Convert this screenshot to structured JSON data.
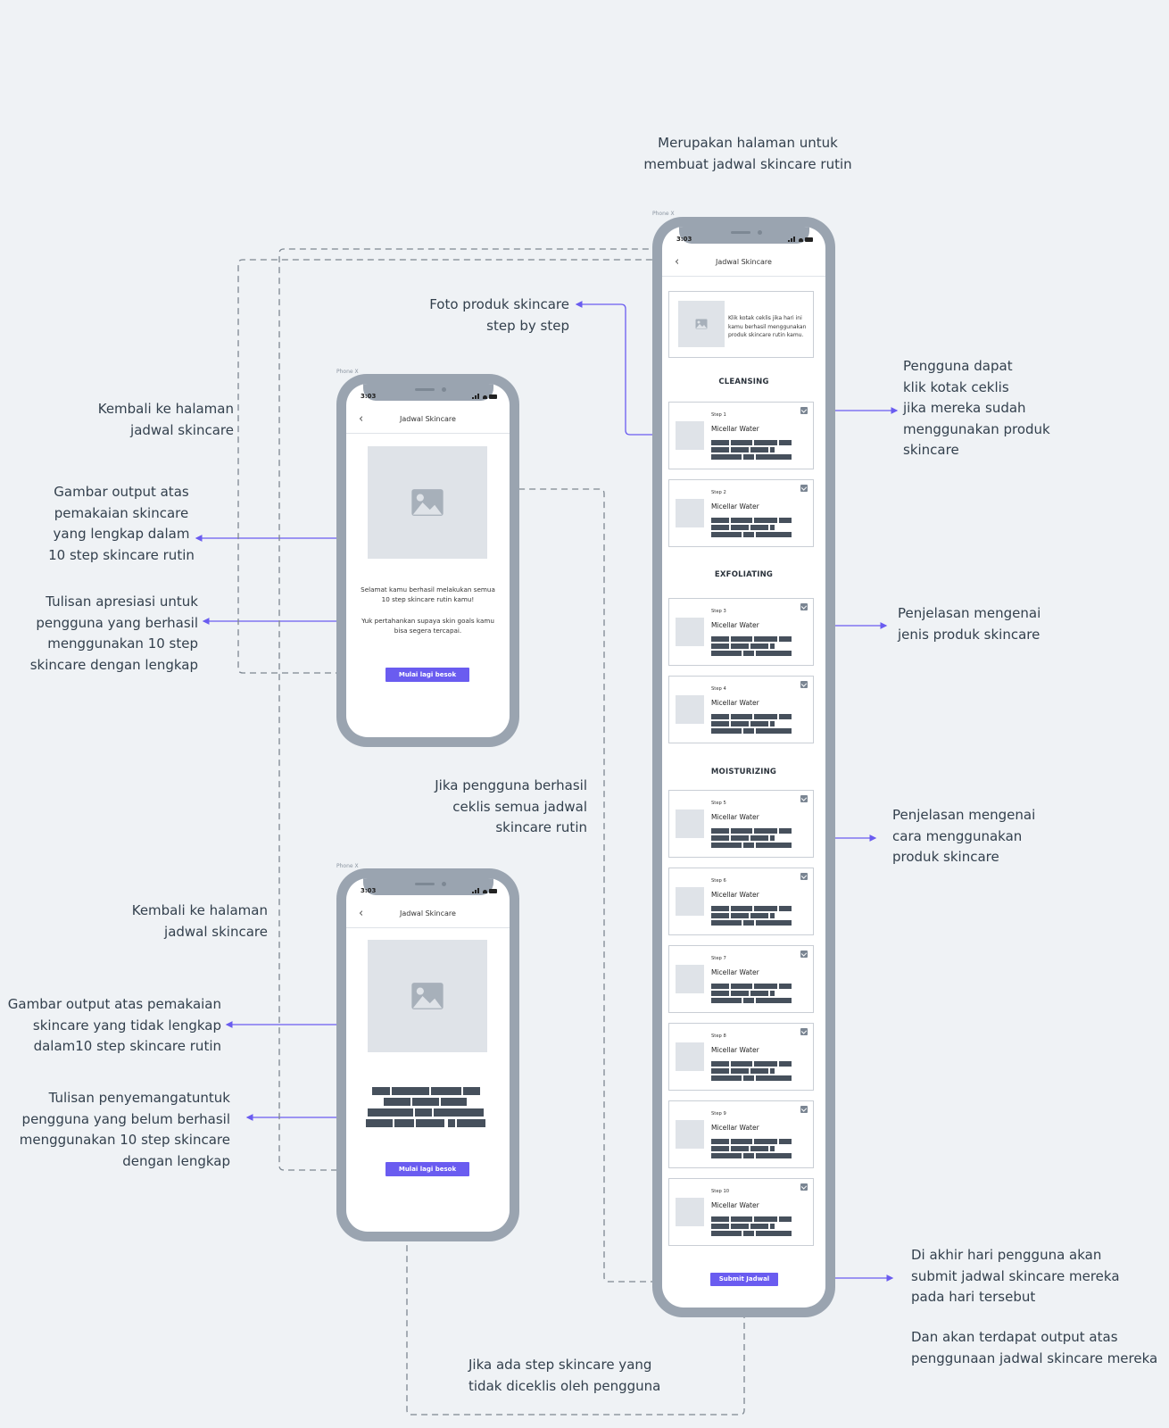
{
  "annotations": {
    "main_title": [
      "Merupakan halaman untuk",
      "membuat jadwal skincare rutin"
    ],
    "foto_produk": [
      "Foto produk skincare",
      "step by step"
    ],
    "kotak_ceklis": [
      "Pengguna dapat",
      "klik kotak ceklis",
      "jika mereka sudah",
      "menggunakan produk",
      "skincare"
    ],
    "jenis_produk": [
      "Penjelasan mengenai",
      "jenis produk skincare"
    ],
    "cara_menggunakan": [
      "Penjelasan mengenai",
      "cara menggunakan",
      "produk skincare"
    ],
    "submit": [
      "Di akhir hari pengguna akan",
      "submit jadwal skincare mereka",
      "pada hari tersebut"
    ],
    "output": [
      "Dan akan terdapat output atas",
      "penggunaan jadwal skincare mereka"
    ],
    "kembali_1": [
      "Kembali ke halaman",
      "jadwal skincare"
    ],
    "gambar_lengkap": [
      "Gambar output atas",
      "pemakaian skincare",
      "yang lengkap dalam",
      "10 step skincare rutin"
    ],
    "apresiasi": [
      "Tulisan apresiasi untuk",
      "pengguna yang berhasil",
      "menggunakan 10 step",
      "skincare dengan lengkap"
    ],
    "berhasil_ceklis": [
      "Jika pengguna berhasil",
      "ceklis semua jadwal",
      "skincare rutin"
    ],
    "kembali_2": [
      "Kembali ke halaman",
      "jadwal skincare"
    ],
    "gambar_tidak_lengkap": [
      "Gambar output atas pemakaian",
      "skincare yang tidak lengkap",
      "dalam10 step skincare rutin"
    ],
    "penyemangat": [
      "Tulisan penyemangatuntuk",
      "pengguna yang belum berhasil",
      "menggunakan 10 step skincare",
      "dengan lengkap"
    ],
    "tidak_diceklis": [
      "Jika ada step skincare yang",
      "tidak diceklis oleh pengguna"
    ]
  },
  "phones": {
    "frame_label": "Phone X",
    "status_time": "3:03",
    "nav_title": "Jadwal Skincare",
    "back_glyph": "‹"
  },
  "main_phone": {
    "intro_text": [
      "Klik kotak ceklis jika hari ini",
      "kamu berhasil menggunakan",
      "produk skincare rutin kamu."
    ],
    "sections": [
      {
        "title": "CLEANSING",
        "steps": [
          {
            "step": "Step 1",
            "name": "Micellar Water",
            "checked": true
          },
          {
            "step": "Step 2",
            "name": "Micellar Water",
            "checked": true
          }
        ]
      },
      {
        "title": "EXFOLIATING",
        "steps": [
          {
            "step": "Step 3",
            "name": "Micellar Water",
            "checked": true
          },
          {
            "step": "Step 4",
            "name": "Micellar Water",
            "checked": true
          }
        ]
      },
      {
        "title": "MOISTURIZING",
        "steps": [
          {
            "step": "Step 5",
            "name": "Micellar Water",
            "checked": true
          },
          {
            "step": "Step 6",
            "name": "Micellar Water",
            "checked": true
          },
          {
            "step": "Step 7",
            "name": "Micellar Water",
            "checked": true
          },
          {
            "step": "Step 8",
            "name": "Micellar Water",
            "checked": true
          },
          {
            "step": "Step 9",
            "name": "Micellar Water",
            "checked": true
          },
          {
            "step": "Step 10",
            "name": "Micellar Water",
            "checked": true
          }
        ]
      }
    ],
    "submit_label": "Submit Jadwal"
  },
  "success_phone": {
    "message_1": [
      "Selamat kamu berhasil melakukan semua",
      "10 step skincare rutin kamu!"
    ],
    "message_2": [
      "Yuk pertahankan supaya skin goals kamu",
      "bisa segera tercapai."
    ],
    "button_label": "Mulai lagi besok"
  },
  "fail_phone": {
    "button_label": "Mulai lagi besok"
  },
  "colors": {
    "background": "#eff2f5",
    "accent": "#6a5cf0",
    "device": "#9aa4b0",
    "placeholder": "#dfe3e8",
    "connector": "#7d8791"
  }
}
